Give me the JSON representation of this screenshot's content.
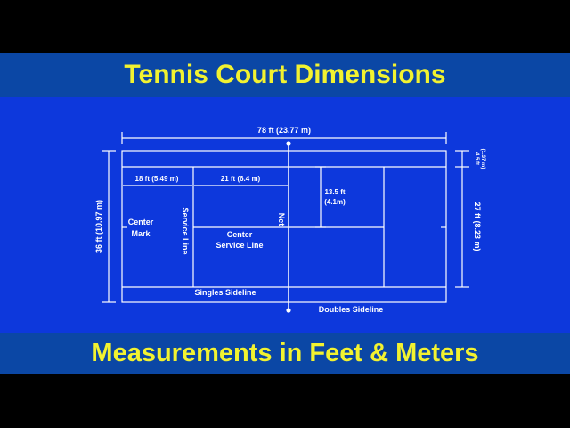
{
  "title": "Tennis Court Dimensions",
  "subtitle": "Measurements in Feet & Meters",
  "labels": {
    "length": "78 ft (23.77 m)",
    "width": "36 ft (10.97 m)",
    "singles_width": "27 ft (8.23 m)",
    "alley_line1": "4.5 ft",
    "alley_line2": "(1.37 m)",
    "baseline_to_service": "18 ft (5.49 m)",
    "service_to_net": "21 ft (6.4 m)",
    "service_box_width_line1": "13.5 ft",
    "service_box_width_line2": "(4.1m)",
    "center_mark_line1": "Center",
    "center_mark_line2": "Mark",
    "service_line": "Service Line",
    "center_service_line1": "Center",
    "center_service_line2": "Service Line",
    "net": "Net",
    "singles_sideline": "Singles Sideline",
    "doubles_sideline": "Doubles Sideline"
  },
  "colors": {
    "background": "#000000",
    "band": "#0b47a5",
    "court": "#0d38dc",
    "title_text": "#f2f230",
    "lines": "#ffffff"
  }
}
